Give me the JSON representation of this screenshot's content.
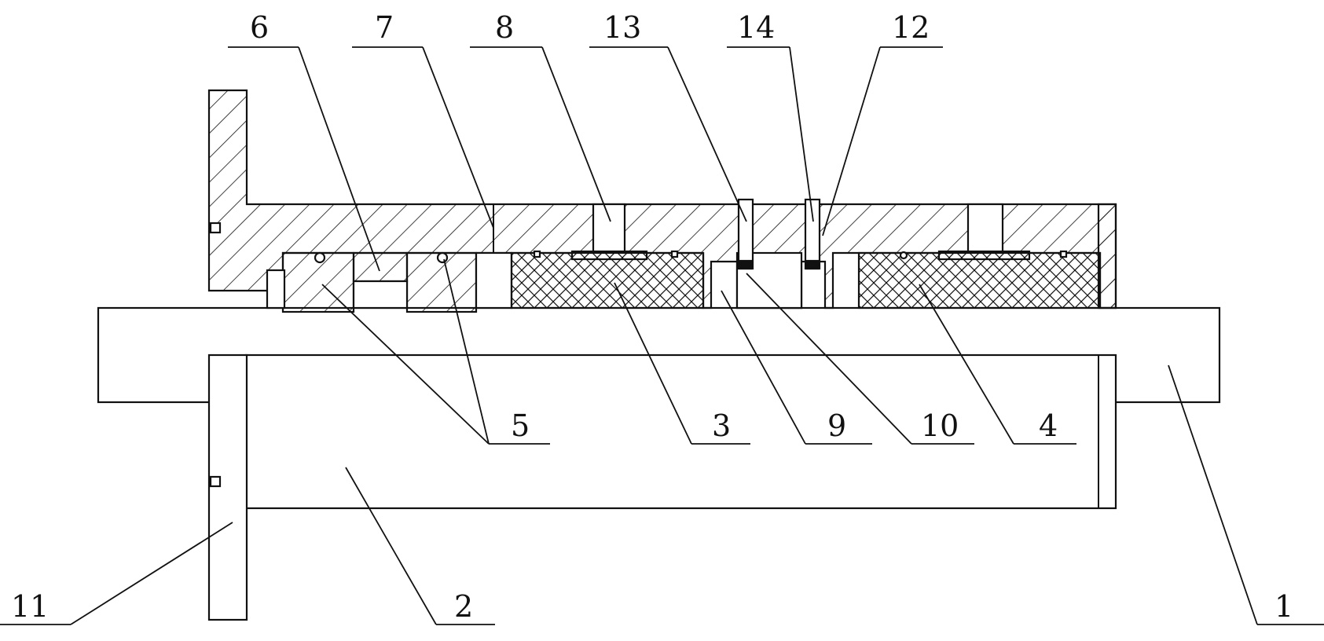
{
  "figure": {
    "callouts": [
      {
        "id": "c1",
        "text": "1"
      },
      {
        "id": "c2",
        "text": "2"
      },
      {
        "id": "c3",
        "text": "3"
      },
      {
        "id": "c4",
        "text": "4"
      },
      {
        "id": "c5",
        "text": "5"
      },
      {
        "id": "c6",
        "text": "6"
      },
      {
        "id": "c7",
        "text": "7"
      },
      {
        "id": "c8",
        "text": "8"
      },
      {
        "id": "c9",
        "text": "9"
      },
      {
        "id": "c10",
        "text": "10"
      },
      {
        "id": "c11",
        "text": "11"
      },
      {
        "id": "c12",
        "text": "12"
      },
      {
        "id": "c13",
        "text": "13"
      },
      {
        "id": "c14",
        "text": "14"
      }
    ],
    "colors": {
      "line": "#111111",
      "background": "#ffffff"
    }
  }
}
